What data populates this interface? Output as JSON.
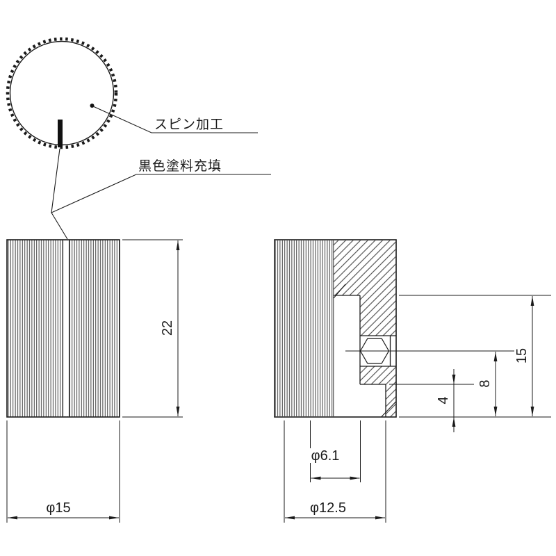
{
  "drawing": {
    "type": "mechanical-part-drawing",
    "part": "knurled knob with set screw, front view / side section view / top view"
  },
  "callouts": {
    "spin_finish": "スピン加工",
    "black_paint_fill": "黒色塗料充填"
  },
  "dims": {
    "front_height": "22",
    "front_diameter": "φ15",
    "bore_depth": "15",
    "setscrew_height": "8",
    "recess_depth": "4",
    "hole_diameter": "φ6.1",
    "recess_diameter": "φ12.5"
  },
  "colors": {
    "line": "#1a1a1a",
    "background": "#ffffff"
  }
}
